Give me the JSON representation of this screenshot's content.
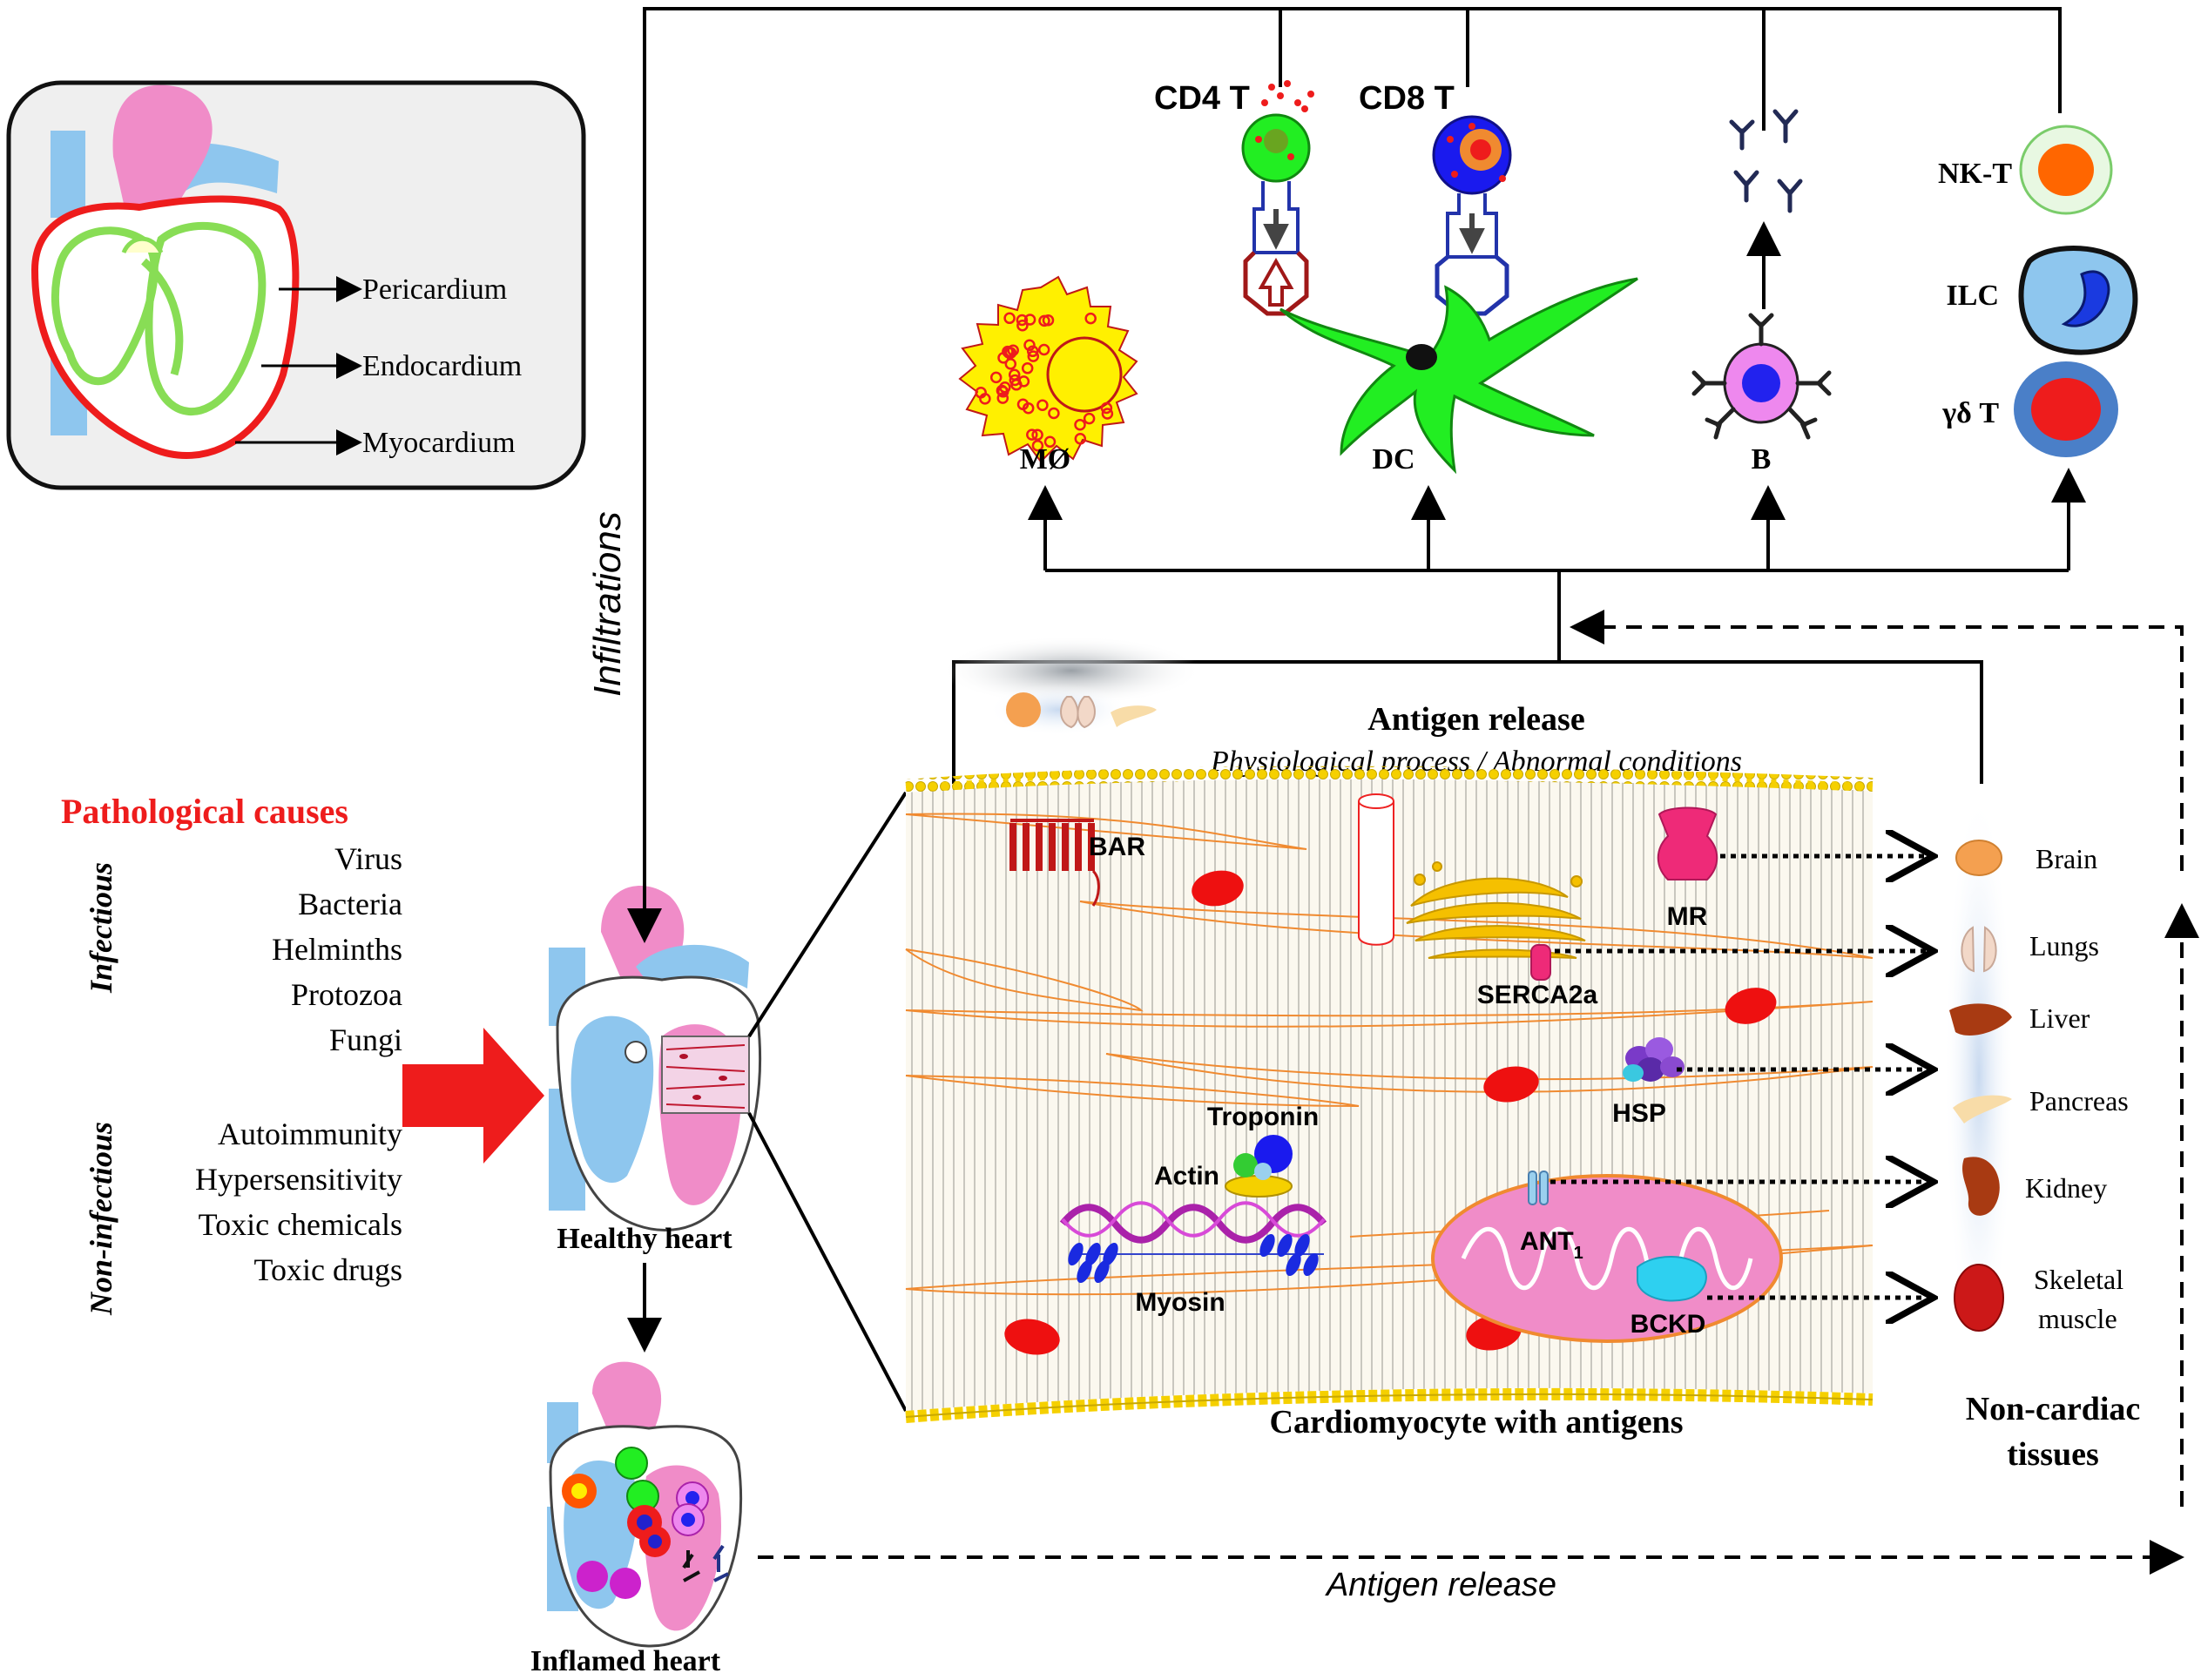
{
  "heart_inset": {
    "labels": {
      "pericardium": "Pericardium",
      "endocardium": "Endocardium",
      "myocardium": "Myocardium"
    }
  },
  "causes": {
    "title": "Pathological causes",
    "infectious_heading": "Infectious",
    "infectious": [
      "Virus",
      "Bacteria",
      "Helminths",
      "Protozoa",
      "Fungi"
    ],
    "noninfectious_heading": "Non-infectious",
    "noninfectious": [
      "Autoimmunity",
      "Hypersensitivity",
      "Toxic chemicals",
      "Toxic drugs"
    ]
  },
  "hearts": {
    "healthy": "Healthy heart",
    "inflamed": "Inflamed heart"
  },
  "infiltrations_label": "Infiltrations",
  "immune_cells": {
    "cd4": "CD4 T",
    "cd8": "CD8 T",
    "macrophage": "MØ",
    "dendritic": "DC",
    "bcell": "B",
    "nkt": "NK-T",
    "ilc": "ILC",
    "gdt": "γδ T"
  },
  "cardiomyocyte": {
    "antigen_release": "Antigen release",
    "subtitle": "Physiological process / Abnormal conditions",
    "caption": "Cardiomyocyte with antigens",
    "antigens": {
      "bar": "BAR",
      "mr": "MR",
      "serca": "SERCA2a",
      "hsp": "HSP",
      "troponin": "Troponin",
      "actin": "Actin",
      "myosin": "Myosin",
      "ant": "ANT",
      "ant_sub": "1",
      "bckd": "BCKD"
    }
  },
  "tissues": {
    "items": [
      "Brain",
      "Lungs",
      "Liver",
      "Pancreas",
      "Kidney",
      "Skeletal",
      "muscle"
    ],
    "caption_line1": "Non-cardiac",
    "caption_line2": "tissues"
  },
  "bottom_antigen_release": "Antigen release",
  "colors": {
    "red_cause": "#ee1c1c",
    "heart_pink": "#f08cc8",
    "heart_blue": "#8ec6ee",
    "cell_green": "#22ee22",
    "cell_yellow": "#fff000",
    "membrane_yellow": "#f5d000",
    "cell_orange_line": "#f08a30"
  }
}
